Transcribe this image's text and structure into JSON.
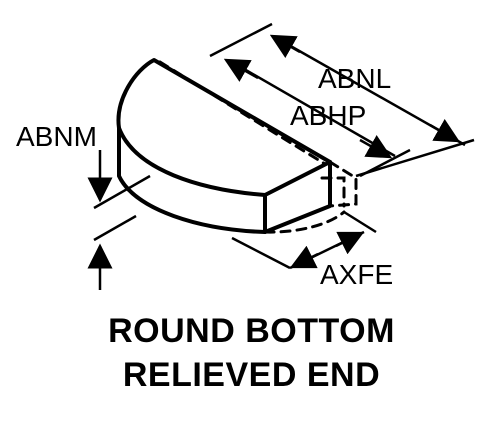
{
  "diagram": {
    "labels": {
      "abnl": "ABNL",
      "abhp": "ABHP",
      "abnm": "ABNM",
      "axfe": "AXFE"
    },
    "caption": {
      "line1": "ROUND BOTTOM",
      "line2": "RELIEVED END"
    }
  }
}
